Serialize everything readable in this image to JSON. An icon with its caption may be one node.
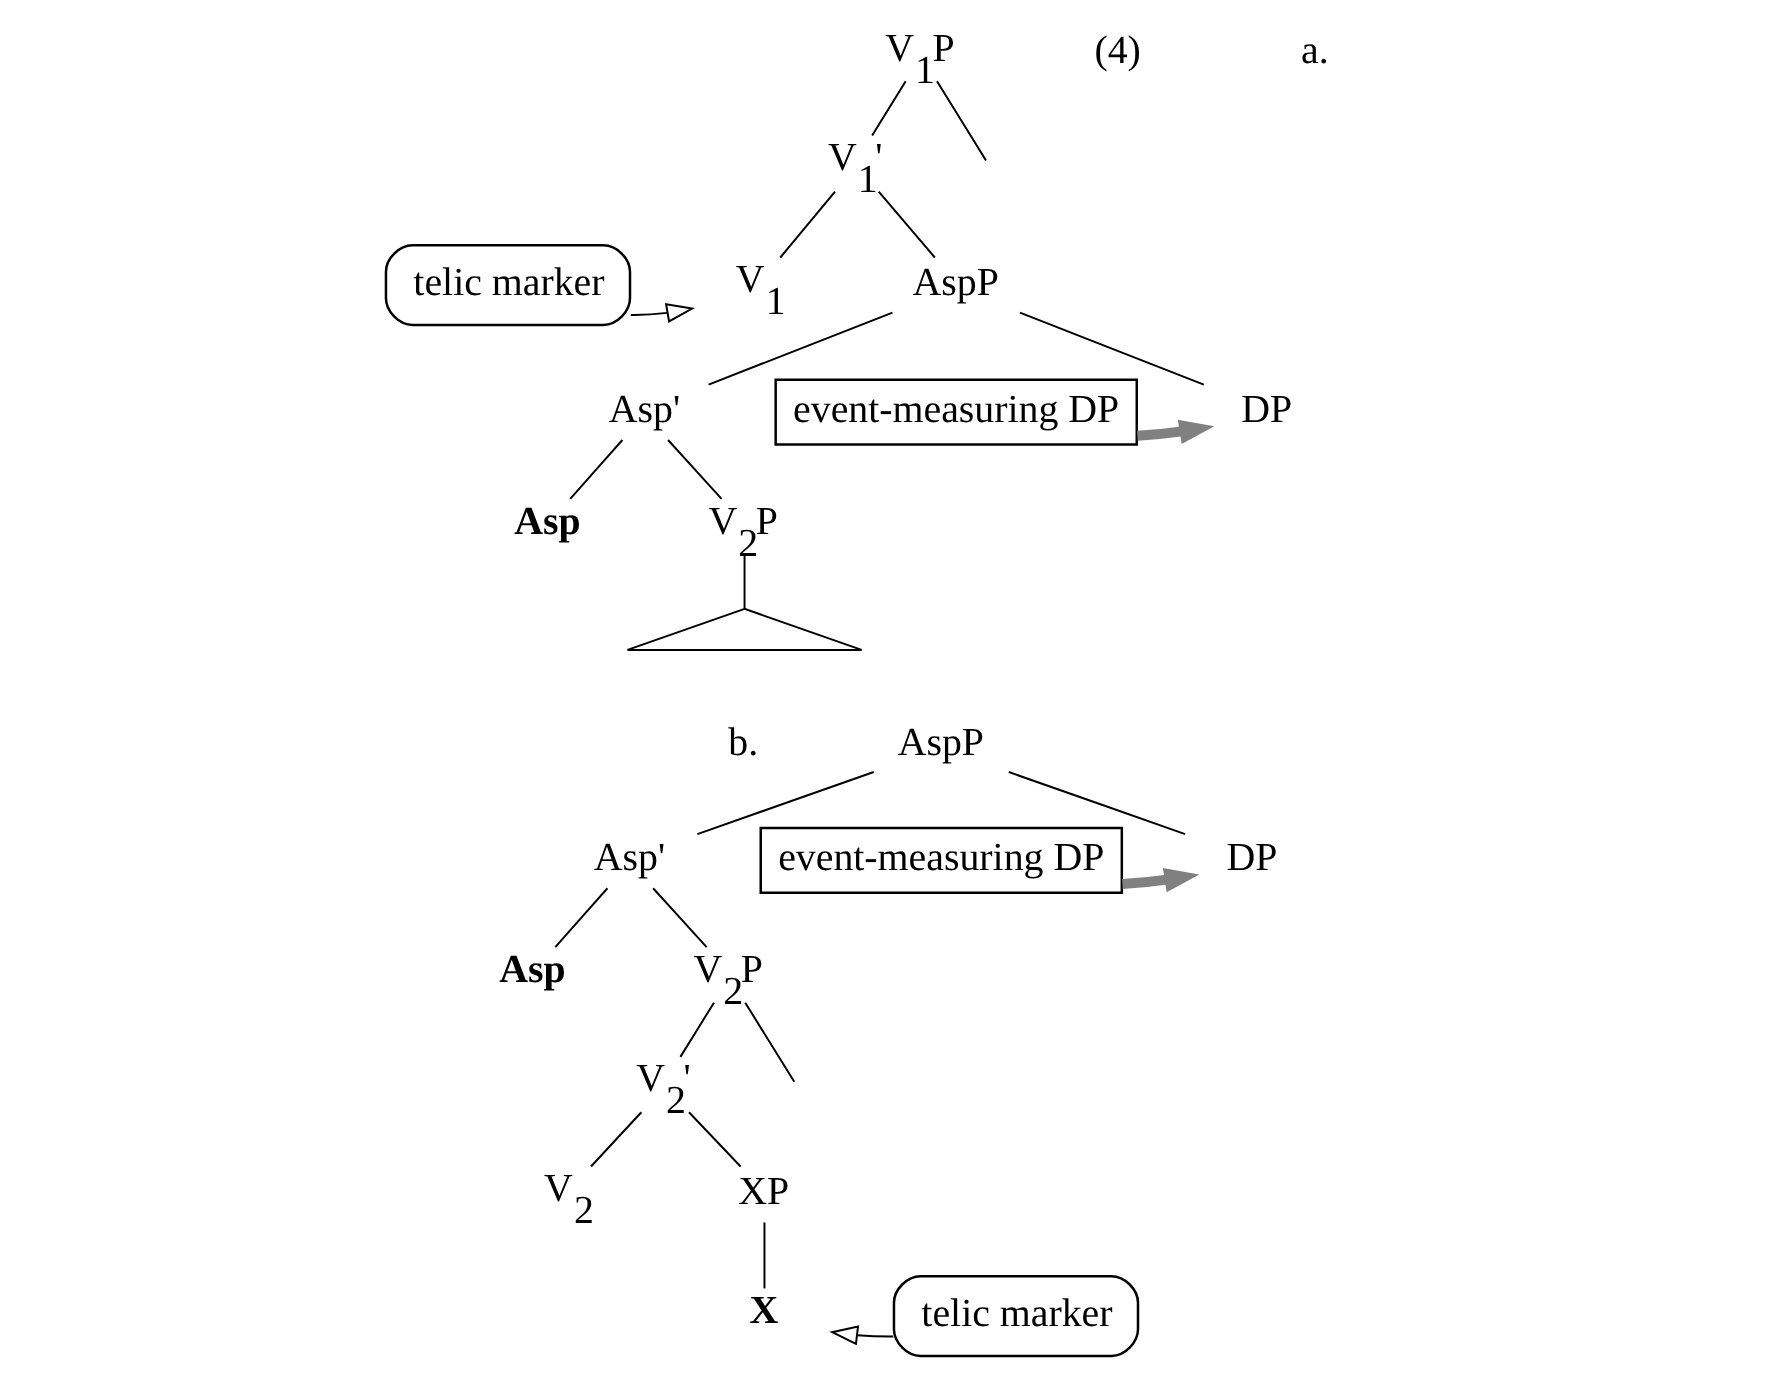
{
  "diagram": {
    "nodes": [
      {
        "text": [
          "V$_{1}$P"
        ]
      },
      {
        "text": [
          "V$_{1}$'"
        ]
      },
      {
        "text": [
          "telic marker"
        ]
      },
      {
        "text": [
          "V$_{1}$"
        ]
      },
      {
        "text": [
          "AspP"
        ]
      },
      {
        "text": [
          "DP"
        ]
      },
      {
        "text": [
          "Asp'"
        ]
      },
      {
        "text": [
          "event-measuring DP"
        ]
      },
      {
        "text": [
          "Asp"
        ]
      },
      {
        "text": [
          "V$_{2}$P"
        ]
      },
      {
        "text": [],
        "shape": "triangle"
      },
      {
        "text": [
          "AspP"
        ]
      },
      {
        "text": [
          "DP"
        ]
      },
      {
        "text": [
          "Asp'"
        ]
      },
      {
        "text": [
          "event-measuring DP"
        ]
      },
      {
        "text": [
          "Asp"
        ]
      },
      {
        "text": [
          "V$_{2}$P"
        ]
      },
      {
        "text": [
          "V$_{2}$'"
        ]
      },
      {
        "text": [
          "V$_{2}$"
        ]
      },
      {
        "text": [
          "XP"
        ]
      },
      {
        "text": [
          "X"
        ]
      },
      {
        "text": [
          "telic marker"
        ]
      }
    ],
    "edges": [
      {
        "from": 0,
        "to": null,
        "arrow": "none"
      },
      {
        "from": 0,
        "to": 1,
        "arrow": "none"
      },
      {
        "from": 1,
        "to": 3,
        "arrow": "none"
      },
      {
        "from": 1,
        "to": 4,
        "arrow": "none"
      },
      {
        "from": 4,
        "to": 5,
        "arrow": "none"
      },
      {
        "from": 4,
        "to": 6,
        "arrow": "none"
      },
      {
        "from": 6,
        "to": 8,
        "arrow": "none"
      },
      {
        "from": 6,
        "to": 9,
        "arrow": "none"
      },
      {
        "from": 9,
        "to": 10,
        "arrow": "none"
      },
      {
        "from": 2,
        "to": 3,
        "arrow": "to"
      },
      {
        "from": 7,
        "to": 5,
        "arrow": "to",
        "style": "thick",
        "color": "#808080"
      },
      {
        "from": 11,
        "to": 12,
        "arrow": "none"
      },
      {
        "from": 11,
        "to": 13,
        "arrow": "none"
      },
      {
        "from": 13,
        "to": 15,
        "arrow": "none"
      },
      {
        "from": 13,
        "to": 16,
        "arrow": "none"
      },
      {
        "from": 16,
        "to": null,
        "arrow": "none"
      },
      {
        "from": 16,
        "to": 17,
        "arrow": "none"
      },
      {
        "from": 17,
        "to": 18,
        "arrow": "none"
      },
      {
        "from": 17,
        "to": 19,
        "arrow": "none"
      },
      {
        "from": 19,
        "to": 20,
        "arrow": "none"
      },
      {
        "from": 14,
        "to": 12,
        "arrow": "to",
        "style": "thick",
        "color": "#808080"
      },
      {
        "from": 21,
        "to": 20,
        "arrow": "to"
      }
    ],
    "labels": [
      "(4)",
      "a.",
      "b."
    ]
  }
}
